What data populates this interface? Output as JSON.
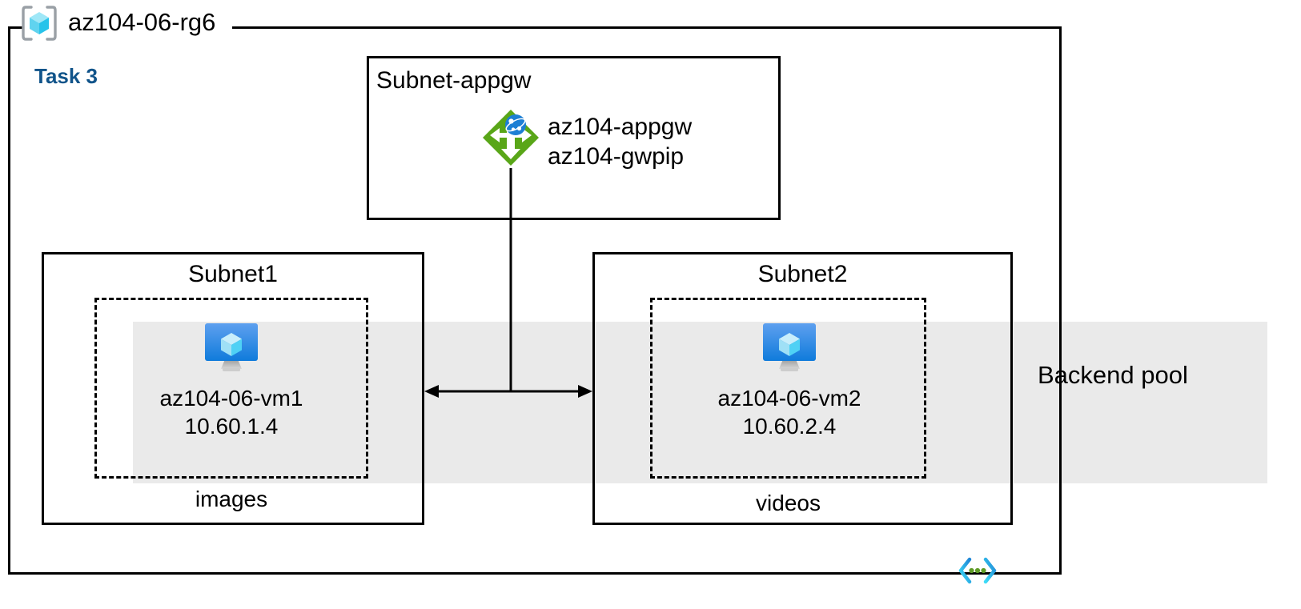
{
  "diagram": {
    "resource_group": {
      "name": "az104-06-rg6",
      "icon": "resource-group-cube-icon"
    },
    "task_label": "Task 3",
    "task_label_color": "#11548a",
    "backend_pool": {
      "label": "Backend pool",
      "band_color": "#eaeaea"
    },
    "subnet_appgw": {
      "title": "Subnet-appgw",
      "resources": [
        {
          "icon": "application-gateway-icon",
          "labels": [
            "az104-appgw",
            "az104-gwpip"
          ]
        }
      ],
      "appgw_icon_color": "#59a618",
      "appgw_globe_color": "#1d7fd4"
    },
    "subnets": [
      {
        "title": "Subnet1",
        "caption": "images",
        "vm": {
          "icon": "virtual-machine-icon",
          "name": "az104-06-vm1",
          "ip": "10.60.1.4"
        }
      },
      {
        "title": "Subnet2",
        "caption": "videos",
        "vm": {
          "icon": "virtual-machine-icon",
          "name": "az104-06-vm2",
          "ip": "10.60.2.4"
        }
      }
    ],
    "connectors": [
      {
        "name": "appgw-to-subnets",
        "type": "vertical-line"
      },
      {
        "name": "subnet1-subnet2-link",
        "type": "double-headed-arrow"
      }
    ],
    "footer_icon": "arm-template-code-icon",
    "footer_icon_colors": {
      "bracket": "#35c1f1",
      "dots": "#5e9b25"
    }
  }
}
